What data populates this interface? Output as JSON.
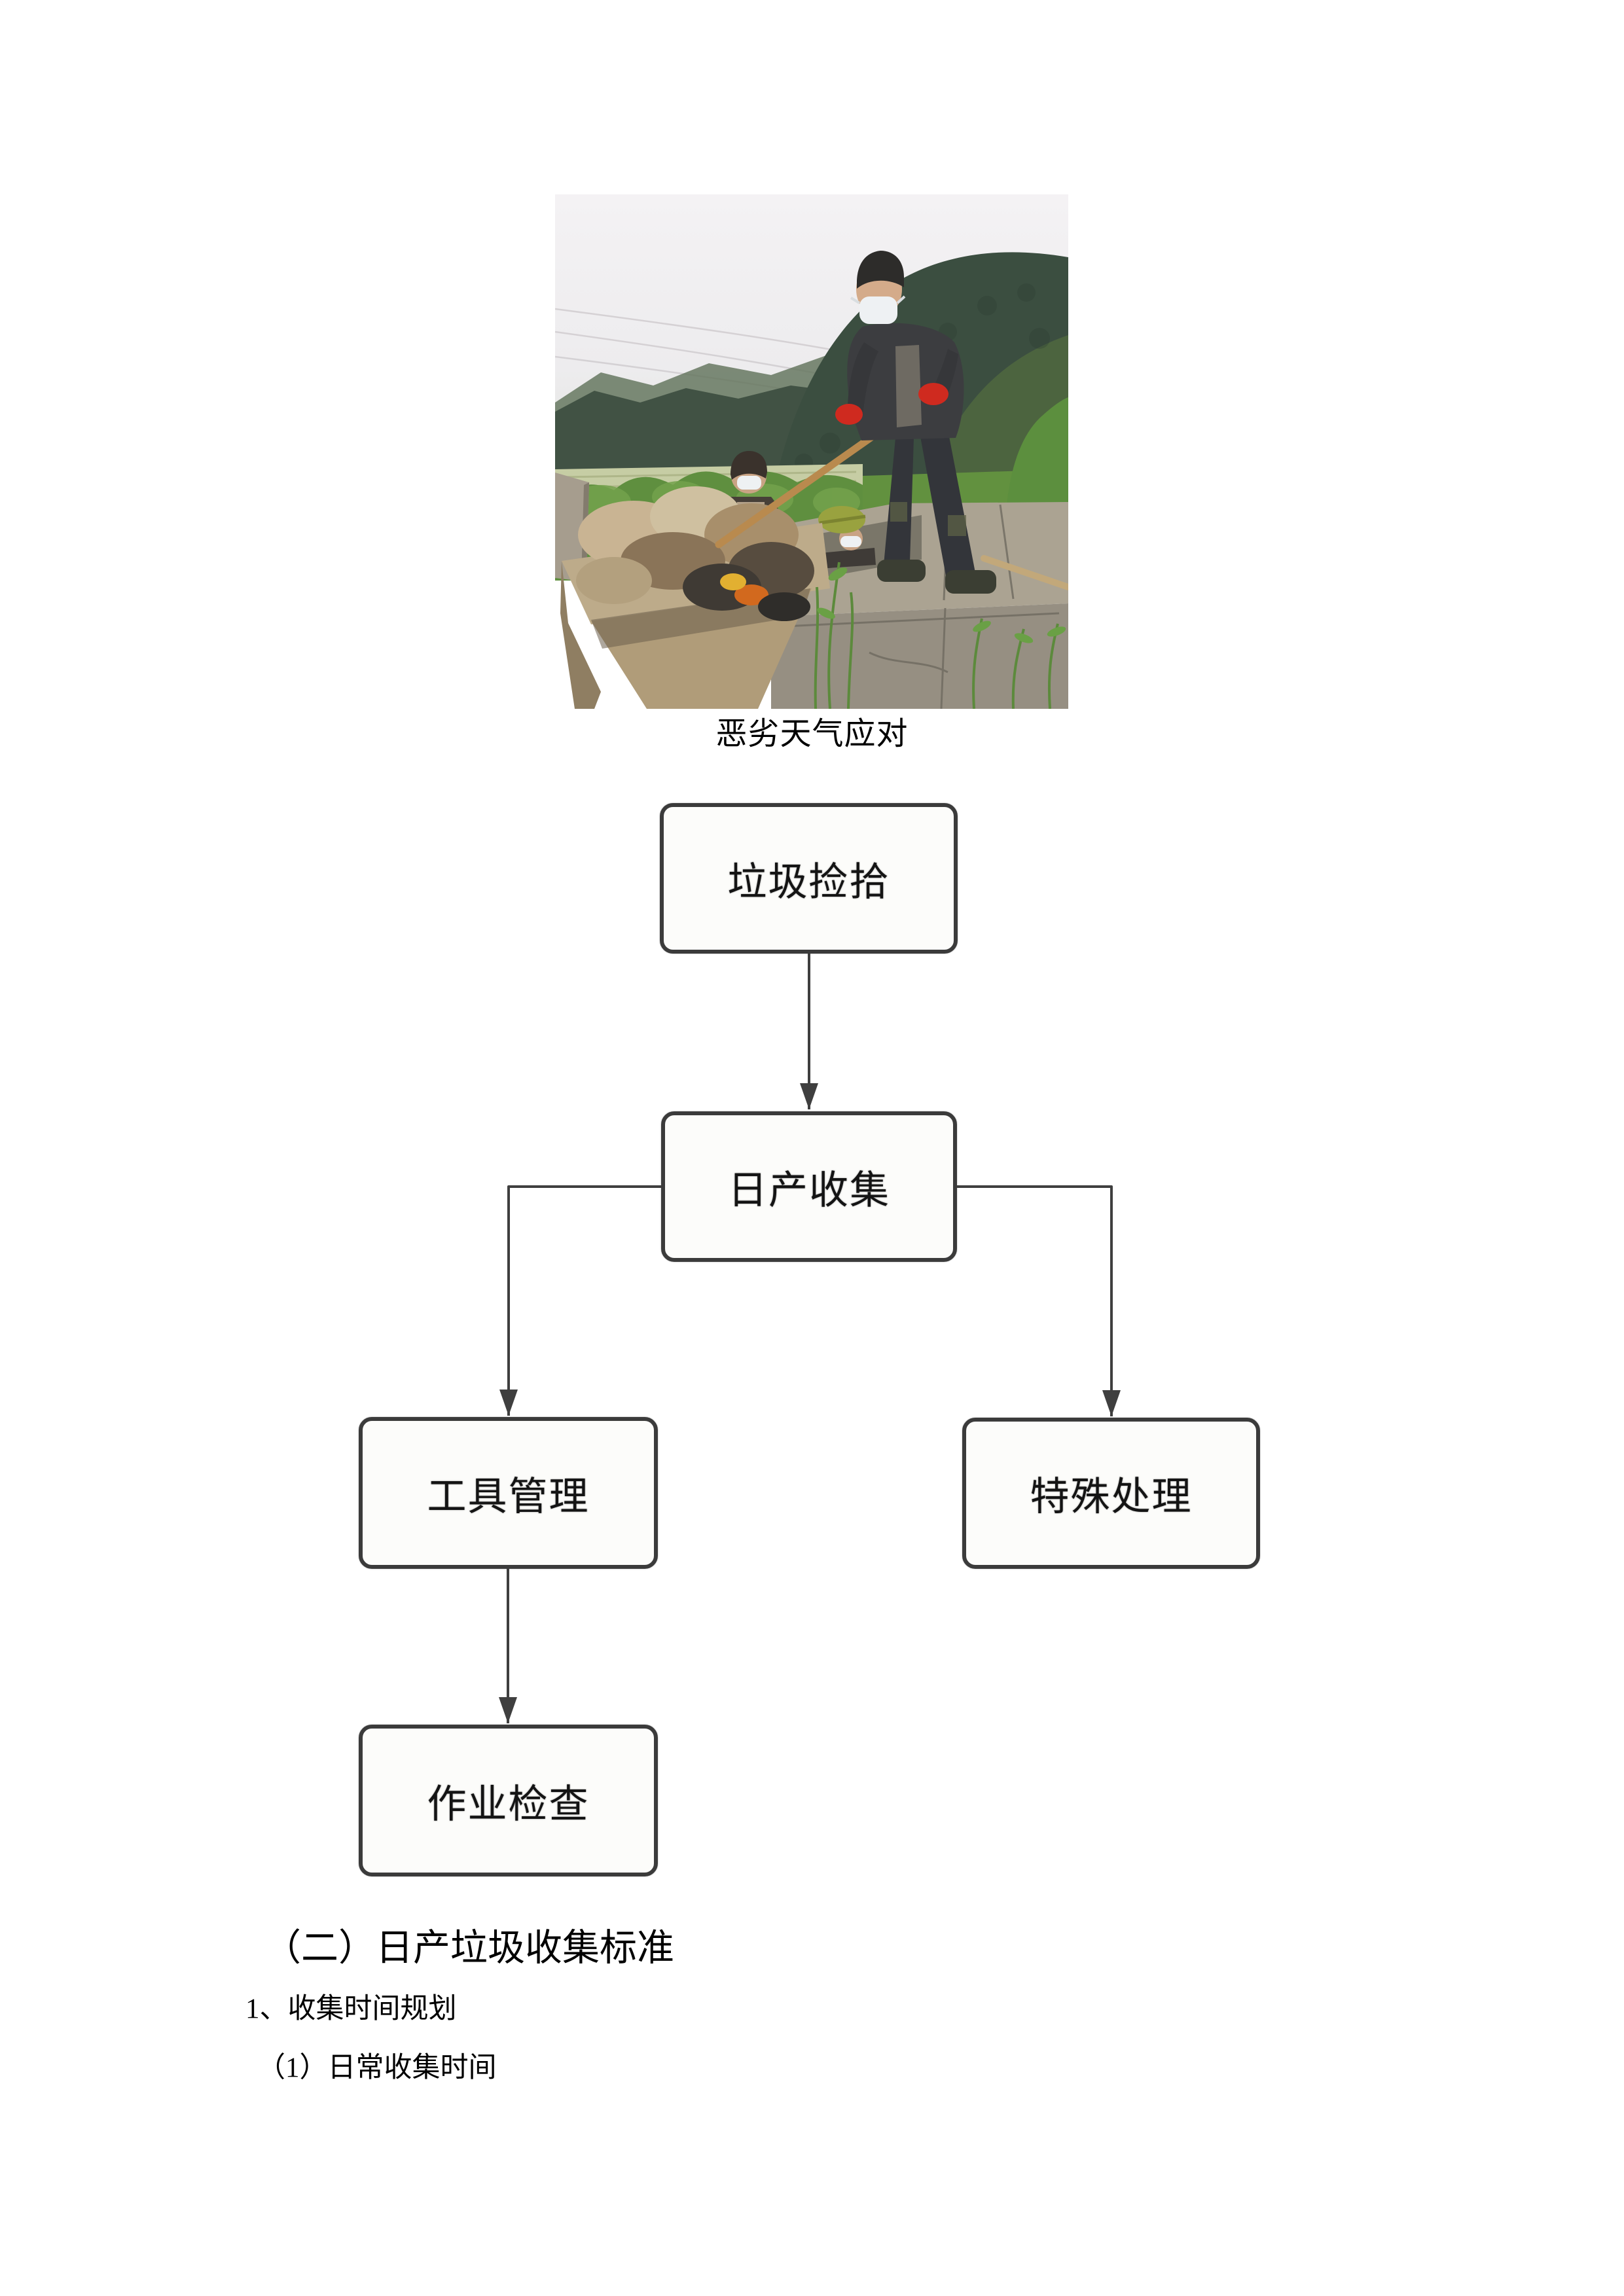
{
  "photo": {
    "caption": "恶劣天气应对",
    "scene": "rural garbage pickup: two masked workers, tipping cart full of refuse, concrete pit, green hills under overcast sky",
    "colors": {
      "sky": "#f1eff2",
      "mountain_far": "#5e7157",
      "mountain_dark": "#3b4e40",
      "field": "#c6cda4",
      "bush": "#5f8f3f",
      "wall": "#968f82",
      "wall_top": "#aba392",
      "cart": "#b7a584",
      "garbage": "#c9b493",
      "jacket": "#3c3d40",
      "mask": "#eef1f3",
      "glove": "#cf2a1f",
      "stick": "#b98a4e",
      "cap": "#99a23f"
    }
  },
  "flowchart": {
    "nodes": [
      {
        "label": "垃圾捡拾"
      },
      {
        "label": "日产收集"
      },
      {
        "label": "工具管理"
      },
      {
        "label": "特殊处理"
      },
      {
        "label": "作业检查"
      }
    ],
    "edges": [
      {
        "from": "垃圾捡拾",
        "to": "日产收集"
      },
      {
        "from": "日产收集",
        "to": "工具管理"
      },
      {
        "from": "日产收集",
        "to": "特殊处理"
      },
      {
        "from": "工具管理",
        "to": "作业检查"
      }
    ],
    "style": {
      "node_border": "#3b3b3b",
      "node_fill": "#fcfcfa",
      "connector": "#3f3f3f",
      "text": "#141414"
    }
  },
  "body_text": {
    "section_heading": "（二）日产垃圾收集标准",
    "item_1": "1、收集时间规划",
    "item_2": "（1）日常收集时间"
  }
}
